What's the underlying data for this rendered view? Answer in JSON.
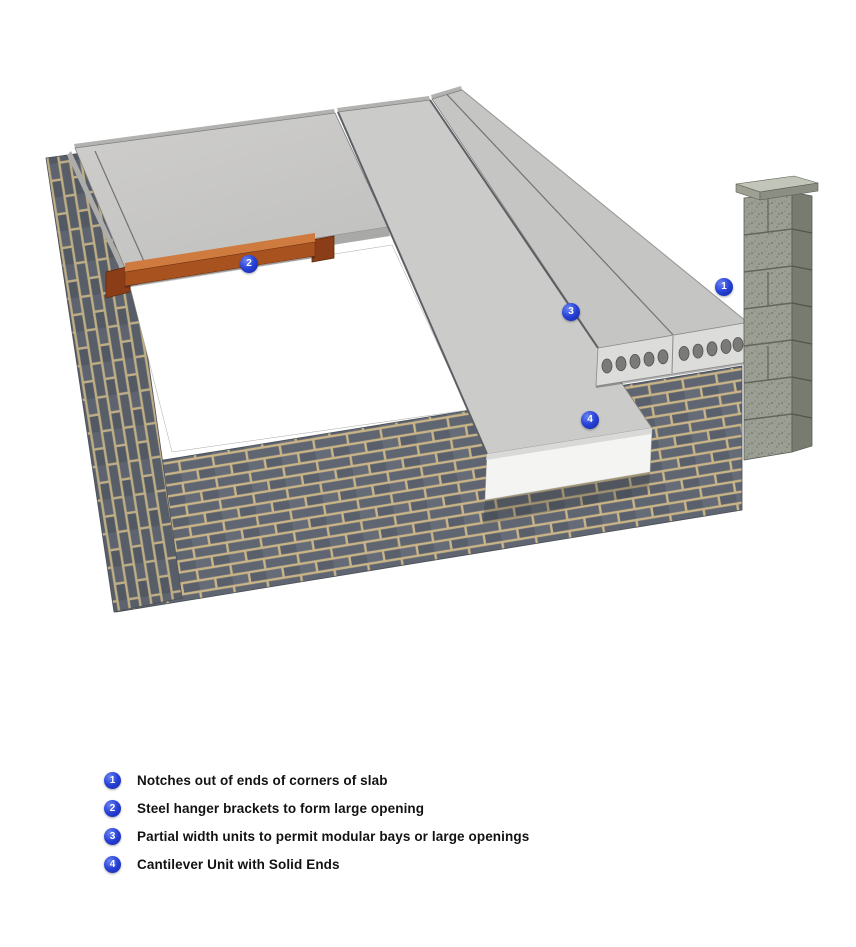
{
  "diagram": {
    "markers": [
      {
        "number": "1"
      },
      {
        "number": "2"
      },
      {
        "number": "3"
      },
      {
        "number": "4"
      }
    ]
  },
  "legend": {
    "items": [
      {
        "number": "1",
        "label": "Notches out of ends of corners of slab"
      },
      {
        "number": "2",
        "label": "Steel hanger brackets to form large opening"
      },
      {
        "number": "3",
        "label": "Partial width units to permit modular bays or large openings"
      },
      {
        "number": "4",
        "label": "Cantilever Unit with Solid Ends"
      }
    ]
  },
  "colors": {
    "marker_blue": "#2340d4",
    "steel_orange": "#a8521f",
    "brick_gray": "#5f6671",
    "mortar_tan": "#c9b488",
    "slab_gray": "#c9c9c7",
    "column_gray": "#9b9e93"
  }
}
